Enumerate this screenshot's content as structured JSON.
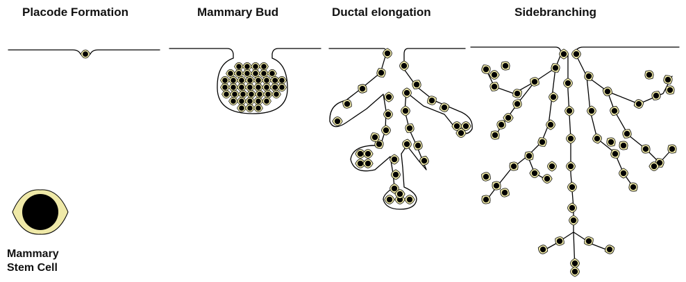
{
  "stages": [
    {
      "title": "Placode Formation"
    },
    {
      "title": "Mammary Bud"
    },
    {
      "title": "Ductal elongation"
    },
    {
      "title": "Sidebranching"
    }
  ],
  "legend": {
    "line1": "Mammary",
    "line2": "Stem Cell",
    "cell_fill": "#efe9a8",
    "nucleus_fill": "#000000"
  }
}
